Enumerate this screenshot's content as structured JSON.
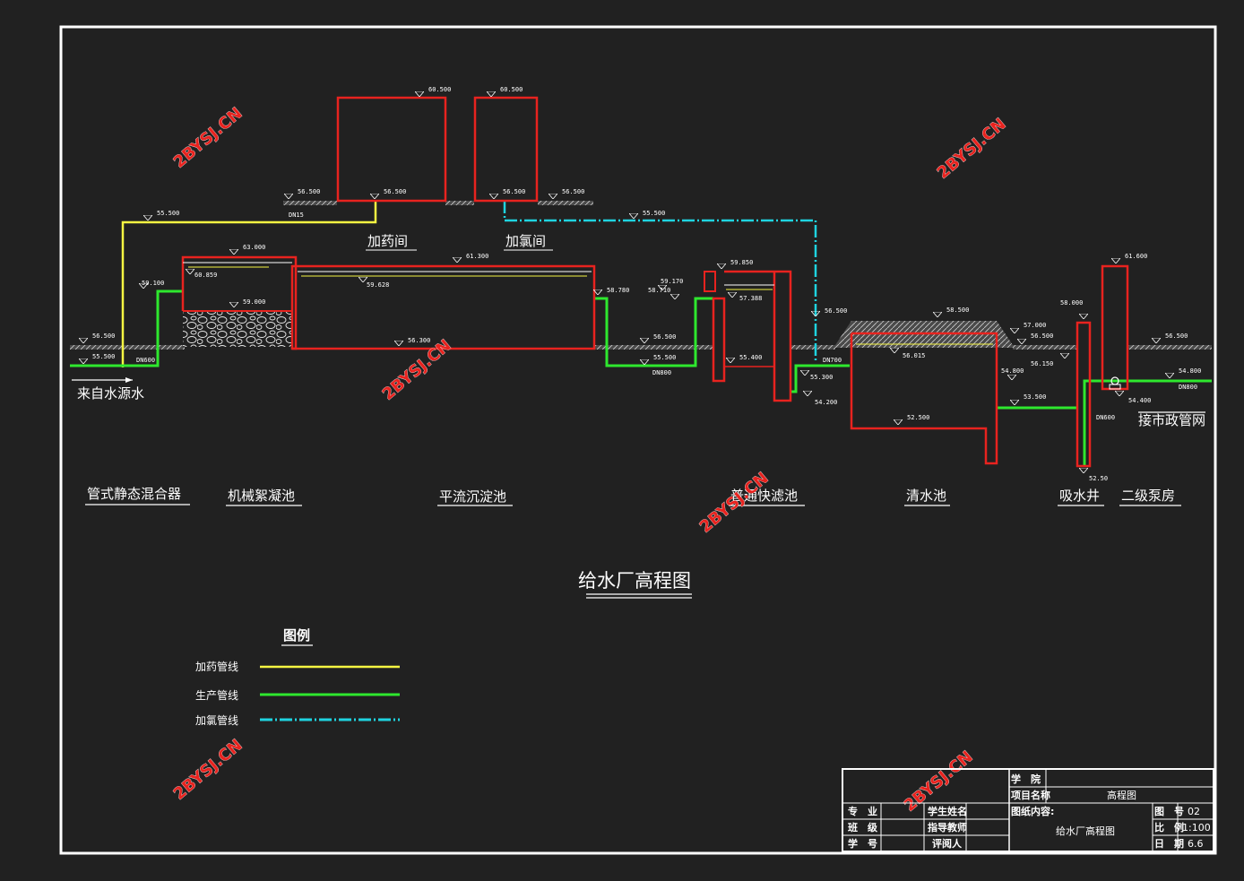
{
  "title": "给水厂高程图",
  "labels": {
    "source": "来自水源水",
    "municipal": "接市政管网",
    "dosing_room": "加药间",
    "chlorine_room": "加氯间"
  },
  "units": {
    "mixer": "管式静态混合器",
    "flocculation": "机械絮凝池",
    "sedimentation": "平流沉淀池",
    "filter": "普通快滤池",
    "clear_well": "清水池",
    "suction_well": "吸水井",
    "pump_house": "二级泵房"
  },
  "elevations": {
    "dosing_top": "60.500",
    "chlor_top": "60.500",
    "dosing_ground_l": "56.500",
    "dosing_floor": "56.500",
    "chlor_floor": "56.500",
    "chlor_ground_r": "56.500",
    "pipe_yellow": "55.500",
    "pipe_cyan": "55.500",
    "ground_left": "56.500",
    "pipe_left": "55.500",
    "mixer": "59.100",
    "floc_top": "63.000",
    "floc_wl": "60.859",
    "floc_bottom": "59.000",
    "sed_top": "61.300",
    "sed_wl": "59.628",
    "sed_bottom": "56.300",
    "sed_out": "58.780",
    "ground_mid": "56.500",
    "pipe_mid": "55.500",
    "f1": "59.170",
    "f2": "58.710",
    "filter_top": "59.850",
    "filter_wl": "57.388",
    "filter_bottom": "55.400",
    "ground_f": "56.500",
    "f_out1": "55.300",
    "f_out2": "54.200",
    "cw_top": "58.500",
    "cw_wl": "56.015",
    "cw_bottom": "52.500",
    "g57": "57.000",
    "g565": "56.500",
    "g5615": "56.150",
    "g548": "54.800",
    "g535": "53.500",
    "sw_top": "58.000",
    "sw_bottom": "52.50",
    "pump_top": "61.600",
    "pump_axis": "54.400",
    "ground_right": "56.500",
    "out": "54.800"
  },
  "pipes": {
    "dn15": "DN15",
    "dn600": "DN600",
    "dn800a": "DN800",
    "dn700": "DN700",
    "dn600b": "DN600",
    "dn800b": "DN800"
  },
  "legend": {
    "title": "图例",
    "items": [
      {
        "label": "加药管线",
        "color": "#f5f542"
      },
      {
        "label": "生产管线",
        "color": "#2ee82e"
      },
      {
        "label": "加氯管线",
        "color": "#1fd3e0"
      }
    ]
  },
  "watermark": "2BYSJ.CN",
  "title_block": {
    "school_lbl": "学　院",
    "project_lbl": "项目名称",
    "project_val": "高程图",
    "content_lbl": "图纸内容:",
    "content_val": "给水厂高程图",
    "major_lbl": "专　业",
    "class_lbl": "班　级",
    "id_lbl": "学　号",
    "student_lbl": "学生姓名",
    "advisor_lbl": "指导教师",
    "reviewer_lbl": "评阅人",
    "sheet_lbl": "图　号",
    "sheet_val": "02",
    "scale_lbl": "比　例",
    "scale_val": "1:100",
    "date_lbl": "日　期",
    "date_val": "6.6"
  },
  "colors": {
    "red": "#e8231f",
    "yellow": "#f5f542",
    "green": "#2ee82e",
    "cyan": "#1fd3e0",
    "white": "#ffffff"
  }
}
